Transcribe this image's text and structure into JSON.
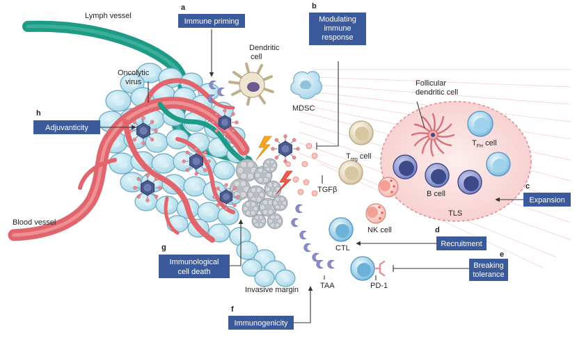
{
  "labels": {
    "lymph_vessel": "Lymph vessel",
    "blood_vessel": "Blood vessel",
    "oncolytic_virus": [
      "Oncolytic",
      "virus"
    ],
    "dendritic_cell": [
      "Dendritic",
      "cell"
    ],
    "mdsc": "MDSC",
    "follicular_dendritic_cell": [
      "Follicular",
      "dendritic cell"
    ],
    "treg_main": "T",
    "treg_sub": "reg",
    "treg_suffix": " cell",
    "tfh_main": "T",
    "tfh_sub": "FH",
    "tfh_suffix": " cell",
    "b_cell": "B cell",
    "tls": "TLS",
    "tgf_beta": "TGFβ",
    "nk_cell": "NK cell",
    "ctl": "CTL",
    "pd1": "PD-1",
    "taa": "TAA",
    "invasive_margin": "Invasive margin"
  },
  "steps": {
    "a": {
      "letter": "a",
      "label": [
        "Immune priming"
      ]
    },
    "b": {
      "letter": "b",
      "label": [
        "Modulating",
        "immune",
        "response"
      ]
    },
    "c": {
      "letter": "c",
      "label": [
        "Expansion"
      ]
    },
    "d": {
      "letter": "d",
      "label": [
        "Recruitment"
      ]
    },
    "e": {
      "letter": "e",
      "label": [
        "Breaking",
        "tolerance"
      ]
    },
    "f": {
      "letter": "f",
      "label": [
        "Immunogenicity"
      ]
    },
    "g": {
      "letter": "g",
      "label": [
        "Immunological",
        "cell death"
      ]
    },
    "h": {
      "letter": "h",
      "label": [
        "Adjuvanticity"
      ]
    }
  },
  "colors": {
    "box_fill": "#3a5a9c",
    "tumor_cell": "#bfe3ee",
    "blood_vessel": "#e0656c",
    "lymph_vessel": "#1f9a86",
    "virus": "#3f4e7e",
    "b_cell": "#3c4a8a",
    "tls_fill": "#fbe3e3"
  }
}
